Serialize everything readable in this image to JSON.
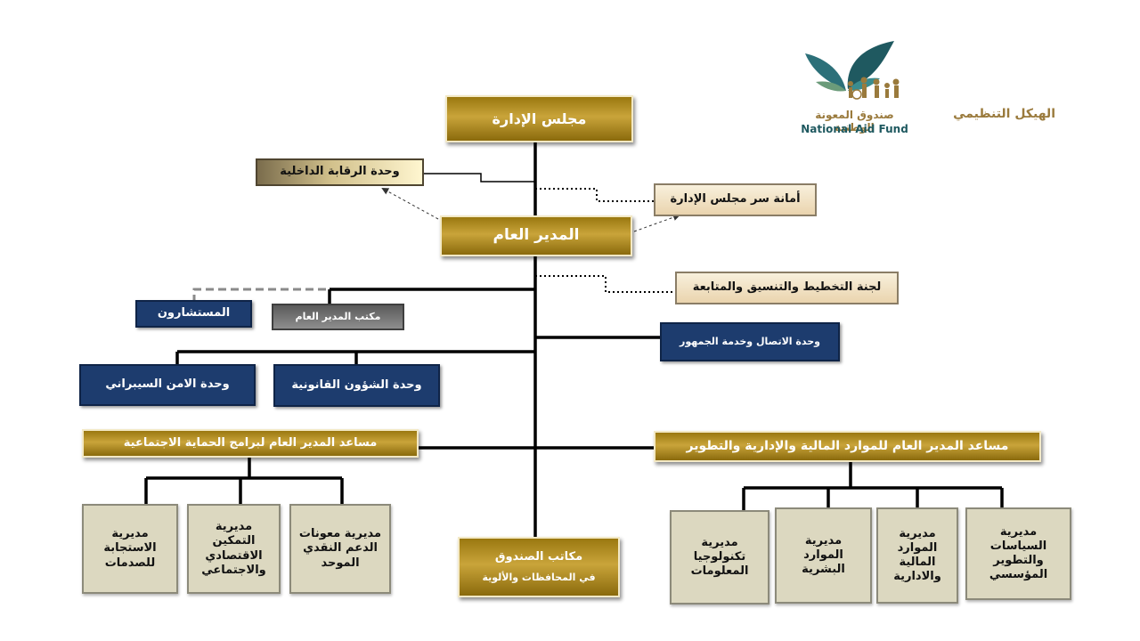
{
  "header": {
    "page_title": "الهيكل التنظيمي",
    "logo_arabic": "صندوق المعونة الوطنية",
    "logo_english": "National Aid Fund",
    "colors": {
      "gold": "#b8922a",
      "navy": "#1d3c6e",
      "khaki": "#dcd8c0",
      "logo_teal": "#1f5960"
    }
  },
  "chart": {
    "board": "مجلس الإدارة",
    "internal_audit": "وحدة الرقابة الداخلية",
    "board_secretariat": "أمانة سر مجلس الإدارة",
    "general_director": "المدير العام",
    "planning_committee": "لجنة التخطيط والتنسيق والمتابعة",
    "advisors": "المستشارون",
    "gd_office": "مكتب المدير العام",
    "communication_unit": "وحدة الاتصال وخدمة الجمهور",
    "cyber_security_unit": "وحدة الامن السيبراني",
    "legal_affairs_unit": "وحدة الشؤون القانونية",
    "assistant_social": "مساعد المدير العام لبرامج الحماية الاجتماعية",
    "assistant_resources": "مساعد المدير العام للموارد المالية والإدارية والتطوير",
    "field_offices_line1": "مكاتب الصندوق",
    "field_offices_line2": "في المحافظات والألوية",
    "dir_shock_response": "مديرية الاستجابة للصدمات",
    "dir_empowerment": "مديرية التمكين الاقتصادي والاجتماعي",
    "dir_cash_support": "مديرية معونات الدعم النقدي الموحد",
    "dir_it": "مديرية تكنولوجيا المعلومات",
    "dir_hr": "مديرية الموارد البشرية",
    "dir_finance_admin": "مديرية الموارد المالية والادارية",
    "dir_policies": "مديرية السياسات والتطوير المؤسسي"
  }
}
